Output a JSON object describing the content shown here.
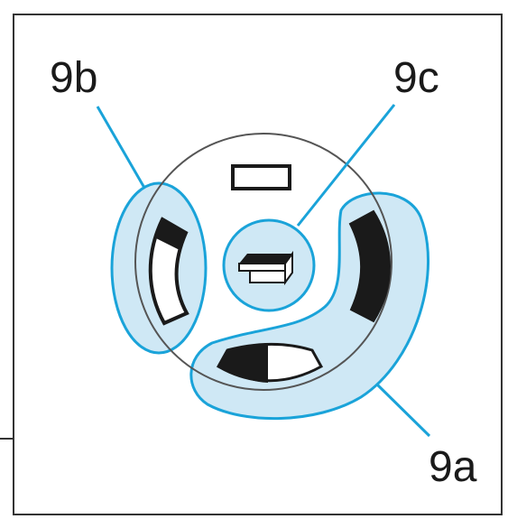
{
  "labels": {
    "9a": "9a",
    "9b": "9b",
    "9c": "9c"
  },
  "colors": {
    "highlight_fill": "#cfe8f5",
    "highlight_stroke": "#1aa3d9",
    "ink": "#1a1a1a",
    "circle_stroke": "#555555",
    "frame_stroke": "#333333"
  }
}
